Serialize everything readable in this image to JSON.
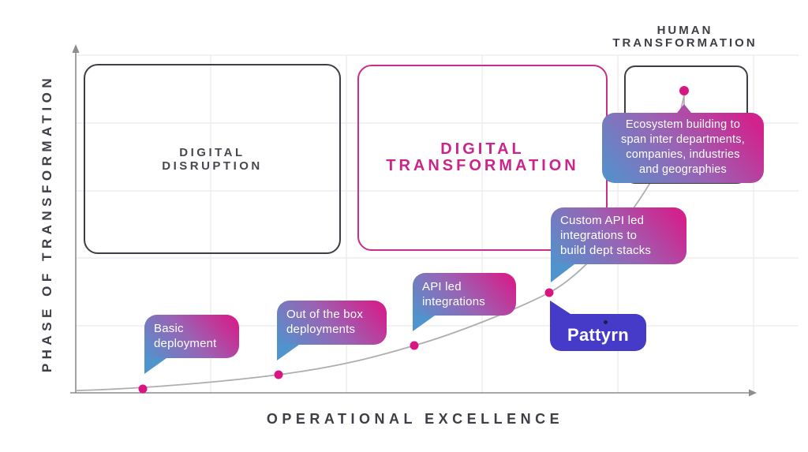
{
  "title_context": "Digital maturity curve infographic",
  "colors": {
    "magenta_text": "#c9268b",
    "pink_border": "#cc2d87",
    "dark_text": "#3e3e46",
    "bubble_gradient_blue": "#4f94cd",
    "bubble_gradient_magenta": "#d2228c",
    "pattyrn_indigo": "#463bc8",
    "milestone_dot": "#d81683",
    "curve_gray": "#aeaeae",
    "grid_gray": "#ededed"
  },
  "axes": {
    "y_label": "PHASE OF TRANSFORMATION",
    "x_label": "OPERATIONAL EXCELLENCE"
  },
  "zones": [
    {
      "id": "digital-disruption",
      "lines": [
        "DIGITAL",
        "DISRUPTION"
      ]
    },
    {
      "id": "digital-transformation",
      "lines": [
        "DIGITAL",
        "TRANSFORMATION"
      ]
    },
    {
      "id": "human-transformation",
      "lines": [
        "HUMAN",
        "TRANSFORMATION"
      ]
    }
  ],
  "callouts": [
    {
      "id": "basic-deployment",
      "lines": [
        "Basic",
        "deployment"
      ]
    },
    {
      "id": "out-of-the-box-deployments",
      "lines": [
        "Out of the box",
        "deployments"
      ]
    },
    {
      "id": "api-led-integrations",
      "lines": [
        "API led",
        "integrations"
      ]
    },
    {
      "id": "custom-api-led-integrations",
      "lines": [
        "Custom API led",
        "integrations to",
        "build dept stacks"
      ]
    },
    {
      "id": "ecosystem-building",
      "lines": [
        "Ecosystem building to",
        "span inter departments,",
        "companies, industries",
        "and geographies"
      ]
    }
  ],
  "logo": {
    "text": "Pattyrn"
  },
  "chart_data": {
    "type": "line",
    "title": "",
    "xlabel": "OPERATIONAL EXCELLENCE",
    "ylabel": "PHASE OF TRANSFORMATION",
    "grid": true,
    "curve_shape": "exponential growth curve with 5 milestone dots",
    "milestones": [
      {
        "label": "Basic deployment",
        "x": 0.1,
        "y": 0.01
      },
      {
        "label": "Out of the box deployments",
        "x": 0.3,
        "y": 0.05
      },
      {
        "label": "API led integrations",
        "x": 0.5,
        "y": 0.14
      },
      {
        "label": "Custom API led integrations to build dept stacks",
        "x": 0.7,
        "y": 0.3
      },
      {
        "label": "Ecosystem building to span inter departments, companies, industries and geographies",
        "x": 0.9,
        "y": 0.89
      }
    ],
    "zones_along_x": [
      "DIGITAL DISRUPTION",
      "DIGITAL TRANSFORMATION",
      "HUMAN TRANSFORMATION"
    ]
  }
}
